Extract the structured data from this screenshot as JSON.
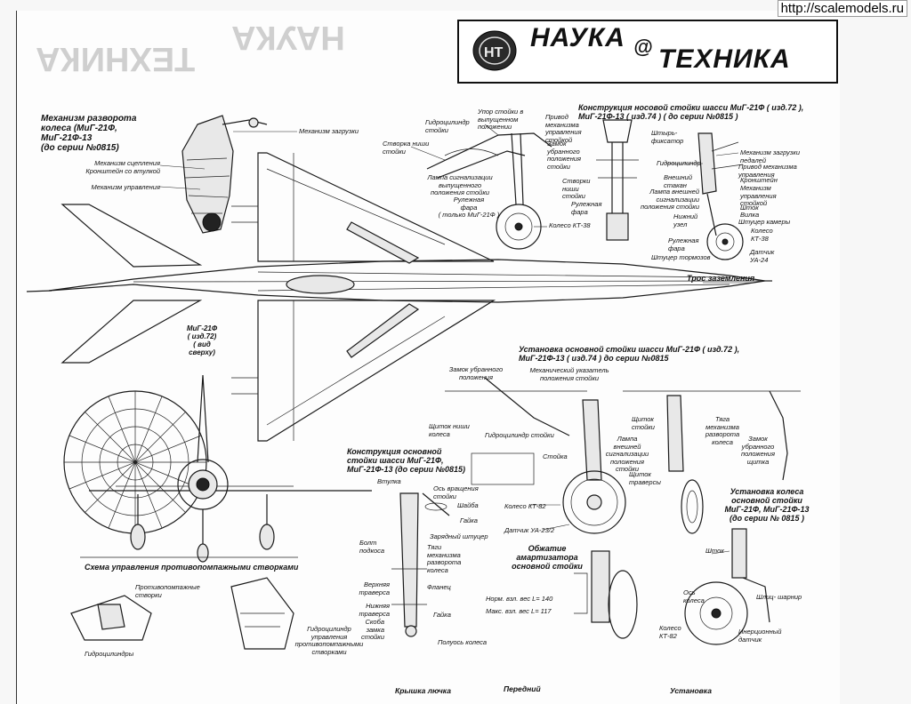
{
  "watermark": "http://scalemodels.ru",
  "header": {
    "logo_letters": "НТ",
    "title_part1": "НАУКА",
    "title_at": "@",
    "title_part2": "ТЕХНИКА",
    "mirrored_ghost_1": "НАУКА",
    "mirrored_ghost_2": "ТЕХНИКА"
  },
  "wheel_turn": {
    "title": "Механизм разворота\nколеса (МиГ-21Ф,\nМиГ-21Ф-13\n(до серии №0815)",
    "labels": {
      "load": "Механизм загрузки",
      "coupling": "Механизм сцепления\nКронштейн со втулкой",
      "control": "Механизм управления"
    }
  },
  "aircraft_top": {
    "caption": "МиГ-21Ф\n( изд.72)\n( вид сверху)"
  },
  "nose_gear_left": {
    "labels": {
      "cylinder": "Гидроцилиндр\nстойки",
      "stop": "Упор стойки в\nвыпущенном\nположении",
      "door": "Створка ниши\nстойки",
      "lamp": "Лампа сигнализации\nвыпущенного\nположения стойки",
      "taxi_lamp": "Рулежная\nфара\n( только МиГ-21Ф )",
      "wheel": "Колесо КТ-38"
    }
  },
  "nose_gear_mid": {
    "labels": {
      "drive": "Привод\nмеханизма\nуправления\nстойкой",
      "lock": "Замок\nубранного\nположения\nстойки",
      "doors": "Створки\nниши\nстойки",
      "taxi_lamp": "Рулежная\nфара"
    }
  },
  "nose_gear_right": {
    "title": "Конструкция носовой стойки шасси МиГ-21Ф ( изд.72 ),\nМиГ-21Ф-13 ( изд.74 ) ( до серии №0815 )",
    "labels": {
      "pin": "Штырь-\nфиксатор",
      "cylinder": "Гидроцилиндр",
      "outer_cup": "Внешний\nстакан",
      "lamp": "Лампа внешней\nсигнализации\nположения стойки",
      "low_node": "Нижний\nузел",
      "taxi_lamp": "Рулежная\nфара",
      "brake": "Штуцер тормозов",
      "pedal_load": "Механизм загрузки\nпедалей",
      "drive": "Привод механизма\nуправления",
      "bracket": "Кронштейн",
      "control": "Механизм\nуправления\nстойкой",
      "rod": "Шток",
      "fork": "Вилка",
      "chamber": "Штуцер камеры",
      "wheel": "Колесо\nКТ-38",
      "sensor": "Датчик\nУА-24"
    }
  },
  "ground_cable": "Трос заземления",
  "main_gear": {
    "title": "Установка основной стойки шасси МиГ-21Ф ( изд.72 ),\nМиГ-21Ф-13 ( изд.74 ) до серии №0815",
    "labels": {
      "lock": "Замок убранного\nположения",
      "indicator": "Механический указатель\nположения стойки",
      "well_shield": "Щиток ниши\nколеса",
      "cylinder": "Гидроцилиндр стойки",
      "lamp": "Лампа\nвнешней\nсигнализации\nположения\nстойки",
      "strut": "Стойка",
      "wheel": "Колесо КТ-82",
      "sensor": "Датчик УА-23/2",
      "shield": "Щиток\nстойки",
      "turn_rod": "Тяга\nмеханизма\nразворота\nколеса",
      "shield_lock": "Замок\nубранного\nположения\nщитка",
      "traverse_shield": "Щиток\nтраверсы"
    }
  },
  "shock": {
    "title": "Обжатие\nамартизатора\nосновной стойки",
    "norm": "Норм. взл. вес  L= 140",
    "max": "Макс. взл. вес  L= 117"
  },
  "main_wheel": {
    "title": "Установка колеса\nосновной стойки\nМиГ-21Ф, МиГ-21Ф-13\n(до серии № 0815 )",
    "labels": {
      "rod": "Шток",
      "axle": "Ось\nколеса",
      "hinge": "Шлиц- шарнир",
      "wheel": "Колесо\nКТ-82",
      "inertia": "Инерционный\nдатчик"
    }
  },
  "main_strut": {
    "title": "Конструкция основной\nстойки шасси МиГ-21Ф,\nМиГ-21Ф-13 (до серии №0815)",
    "labels": {
      "bushing": "Втулка",
      "axis": "Ось вращения\nстойки",
      "washer": "Шайба",
      "nut": "Гайка",
      "charge": "Зарядный штуцер",
      "bolt": "Болт\nподкоса",
      "link": "Тяги\nмеханизма\nразворота\nколеса",
      "upper": "Верхняя\nтраверса",
      "flange": "Фланец",
      "lower": "Нижняя\nтраверса",
      "bracket": "Скоба\nзамка\nстойки",
      "nut2": "Гайка",
      "half_axle": "Полуось колеса"
    }
  },
  "surge": {
    "title": "Схема управления противопомпажными створками",
    "doors": "Противопомпажные\nстворки",
    "cylinders": "Гидроцилиндры",
    "cyl_control": "Гидроцилиндр\nуправления\nпротивопомпажными\nстворками"
  },
  "footer": {
    "cover": "Крышка лючка",
    "front": "Передний",
    "install": "Установка"
  },
  "colors": {
    "ink": "#1a1a1a",
    "paper": "#fdfdfd",
    "banner_border": "#111111"
  }
}
